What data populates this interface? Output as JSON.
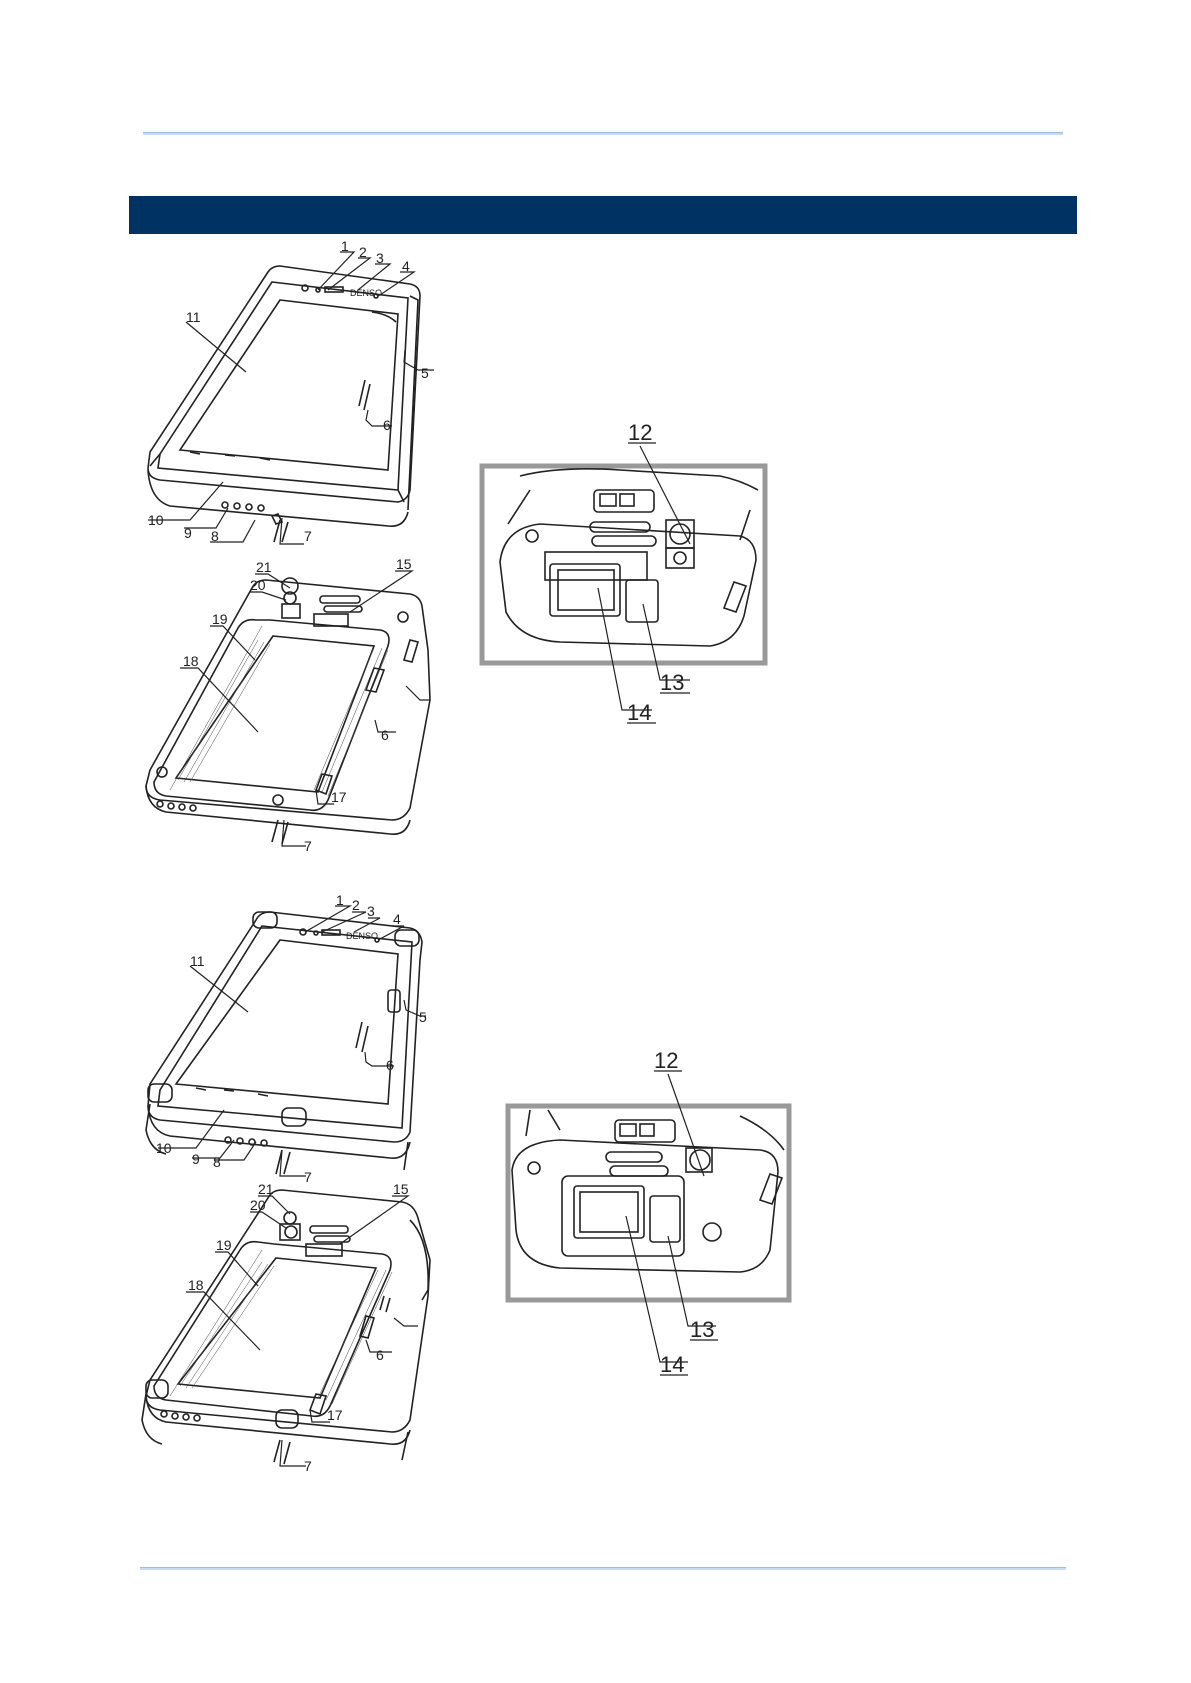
{
  "page": {
    "header_rule": "",
    "footer_rule": ""
  },
  "colors": {
    "banner": "#003263",
    "rule": "#c9dcf2",
    "line": "#222222"
  },
  "figures": {
    "standard_front": {
      "callouts": [
        "1",
        "2",
        "3",
        "4",
        "5",
        "6",
        "7",
        "8",
        "9",
        "10",
        "11"
      ]
    },
    "standard_back": {
      "callouts": [
        "21",
        "20",
        "19",
        "18",
        "15",
        "6",
        "17",
        "7"
      ]
    },
    "standard_scanner_detail": {
      "callouts": [
        "12",
        "13",
        "14"
      ]
    },
    "rugged_front": {
      "callouts": [
        "1",
        "2",
        "3",
        "4",
        "5",
        "6",
        "7",
        "8",
        "9",
        "10",
        "11"
      ]
    },
    "rugged_back": {
      "callouts": [
        "21",
        "20",
        "19",
        "18",
        "15",
        "6",
        "17",
        "7"
      ]
    },
    "rugged_scanner_detail": {
      "callouts": [
        "12",
        "13",
        "14"
      ]
    }
  }
}
